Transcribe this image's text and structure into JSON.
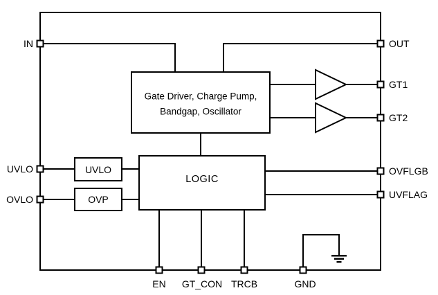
{
  "diagram": {
    "kind": "ic-functional-block-diagram",
    "colors": {
      "line": "#000000",
      "text": "#000000",
      "background": "#ffffff",
      "block_fill": "#ffffff"
    },
    "blocks": {
      "gate_driver": {
        "label_line1": "Gate Driver, Charge Pump,",
        "label_line2": "Bandgap, Oscillator"
      },
      "logic": {
        "label": "LOGIC"
      },
      "uvlo": {
        "label": "UVLO"
      },
      "ovp": {
        "label": "OVP"
      }
    },
    "pins": {
      "left": [
        {
          "label": "IN"
        },
        {
          "label": "UVLO"
        },
        {
          "label": "OVLO"
        }
      ],
      "right": [
        {
          "label": "OUT"
        },
        {
          "label": "GT1"
        },
        {
          "label": "GT2"
        },
        {
          "label": "OVFLGB"
        },
        {
          "label": "UVFLAG"
        }
      ],
      "bottom": [
        {
          "label": "EN"
        },
        {
          "label": "GT_CON"
        },
        {
          "label": "TRCB"
        },
        {
          "label": "GND"
        }
      ]
    },
    "symbols": {
      "buffers": [
        "gt1-buffer",
        "gt2-buffer"
      ],
      "ground": "ground-symbol"
    }
  }
}
